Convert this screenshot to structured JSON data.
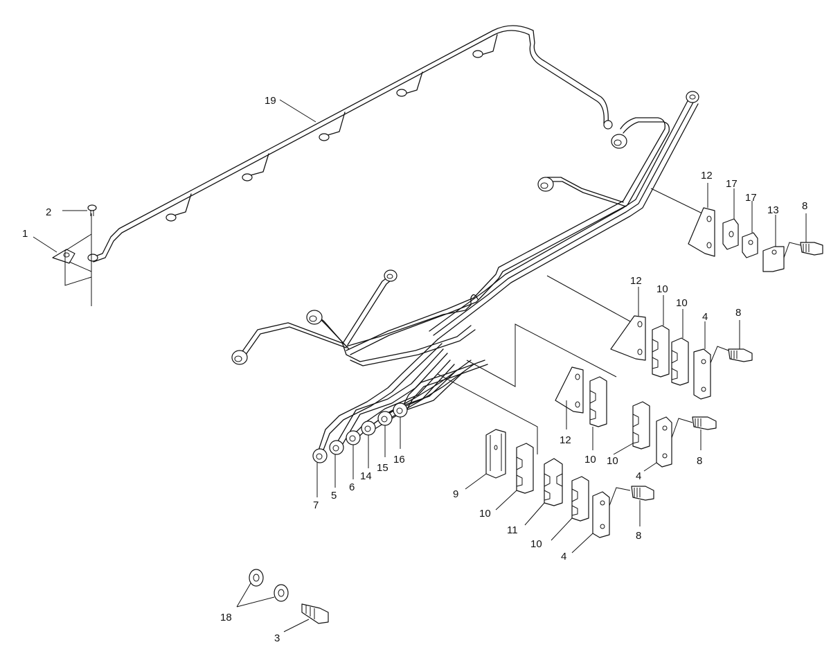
{
  "diagram": {
    "callouts": {
      "c1": "1",
      "c2": "2",
      "c3": "3",
      "c4a": "4",
      "c4b": "4",
      "c4c": "4",
      "c5": "5",
      "c6": "6",
      "c7": "7",
      "c8a": "8",
      "c8b": "8",
      "c8c": "8",
      "c8d": "8",
      "c9": "9",
      "c10a": "10",
      "c10b": "10",
      "c10c": "10",
      "c10d": "10",
      "c10e": "10",
      "c10f": "10",
      "c11": "11",
      "c12a": "12",
      "c12b": "12",
      "c12c": "12",
      "c13": "13",
      "c14": "14",
      "c15": "15",
      "c16": "16",
      "c17a": "17",
      "c17b": "17",
      "c18": "18",
      "c19": "19"
    }
  }
}
